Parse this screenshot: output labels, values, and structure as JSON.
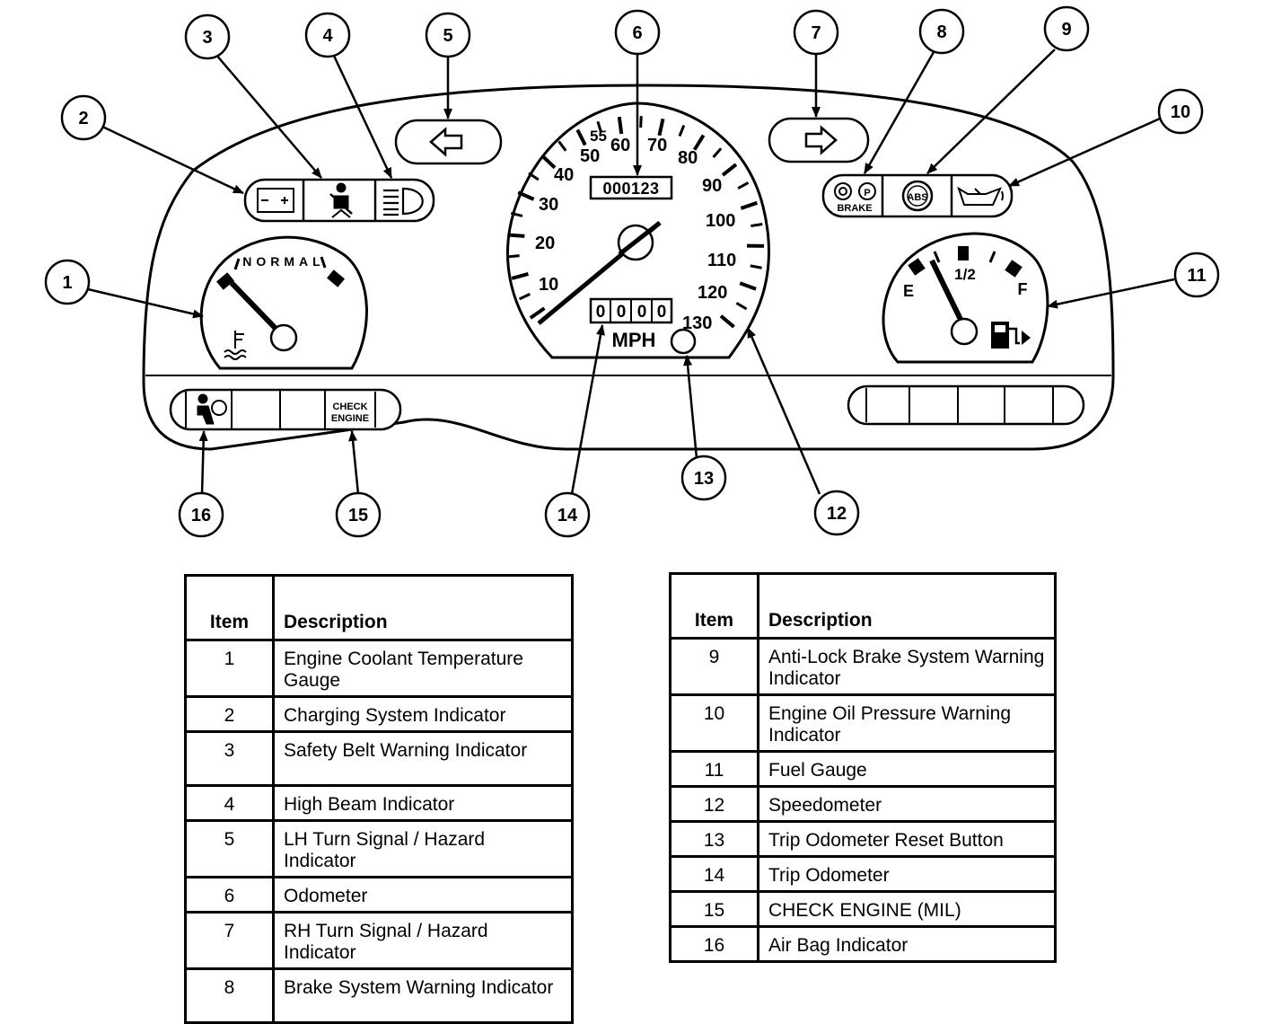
{
  "callouts": [
    "1",
    "2",
    "3",
    "4",
    "5",
    "6",
    "7",
    "8",
    "9",
    "10",
    "11",
    "12",
    "13",
    "14",
    "15",
    "16"
  ],
  "coolant_gauge": {
    "label": "NORMAL"
  },
  "speedometer": {
    "ticks": [
      "10",
      "20",
      "30",
      "40",
      "50",
      "55",
      "60",
      "70",
      "80",
      "90",
      "100",
      "110",
      "120",
      "130"
    ],
    "unit": "MPH",
    "odometer": "000123",
    "trip_digits": [
      "0",
      "0",
      "0",
      "0"
    ]
  },
  "fuel_gauge": {
    "empty": "E",
    "half": "1/2",
    "full": "F"
  },
  "indicators": {
    "brake": "BRAKE",
    "abs": "ABS",
    "check_engine_line1": "CHECK",
    "check_engine_line2": "ENGINE"
  },
  "legend_headers": {
    "item": "Item",
    "description": "Description"
  },
  "legend_left": [
    {
      "item": "1",
      "description": "Engine Coolant Temperature Gauge"
    },
    {
      "item": "2",
      "description": "Charging System Indicator"
    },
    {
      "item": "3",
      "description": "Safety Belt Warning Indicator"
    },
    {
      "item": "4",
      "description": "High Beam Indicator"
    },
    {
      "item": "5",
      "description": "LH Turn Signal / Hazard Indicator"
    },
    {
      "item": "6",
      "description": "Odometer"
    },
    {
      "item": "7",
      "description": "RH Turn Signal / Hazard Indicator"
    },
    {
      "item": "8",
      "description": "Brake System Warning Indicator"
    }
  ],
  "legend_right": [
    {
      "item": "9",
      "description": "Anti-Lock Brake System Warning Indicator"
    },
    {
      "item": "10",
      "description": "Engine Oil Pressure Warning Indicator"
    },
    {
      "item": "11",
      "description": "Fuel Gauge"
    },
    {
      "item": "12",
      "description": "Speedometer"
    },
    {
      "item": "13",
      "description": "Trip Odometer Reset Button"
    },
    {
      "item": "14",
      "description": "Trip Odometer"
    },
    {
      "item": "15",
      "description": "CHECK ENGINE (MIL)"
    },
    {
      "item": "16",
      "description": "Air Bag Indicator"
    }
  ]
}
